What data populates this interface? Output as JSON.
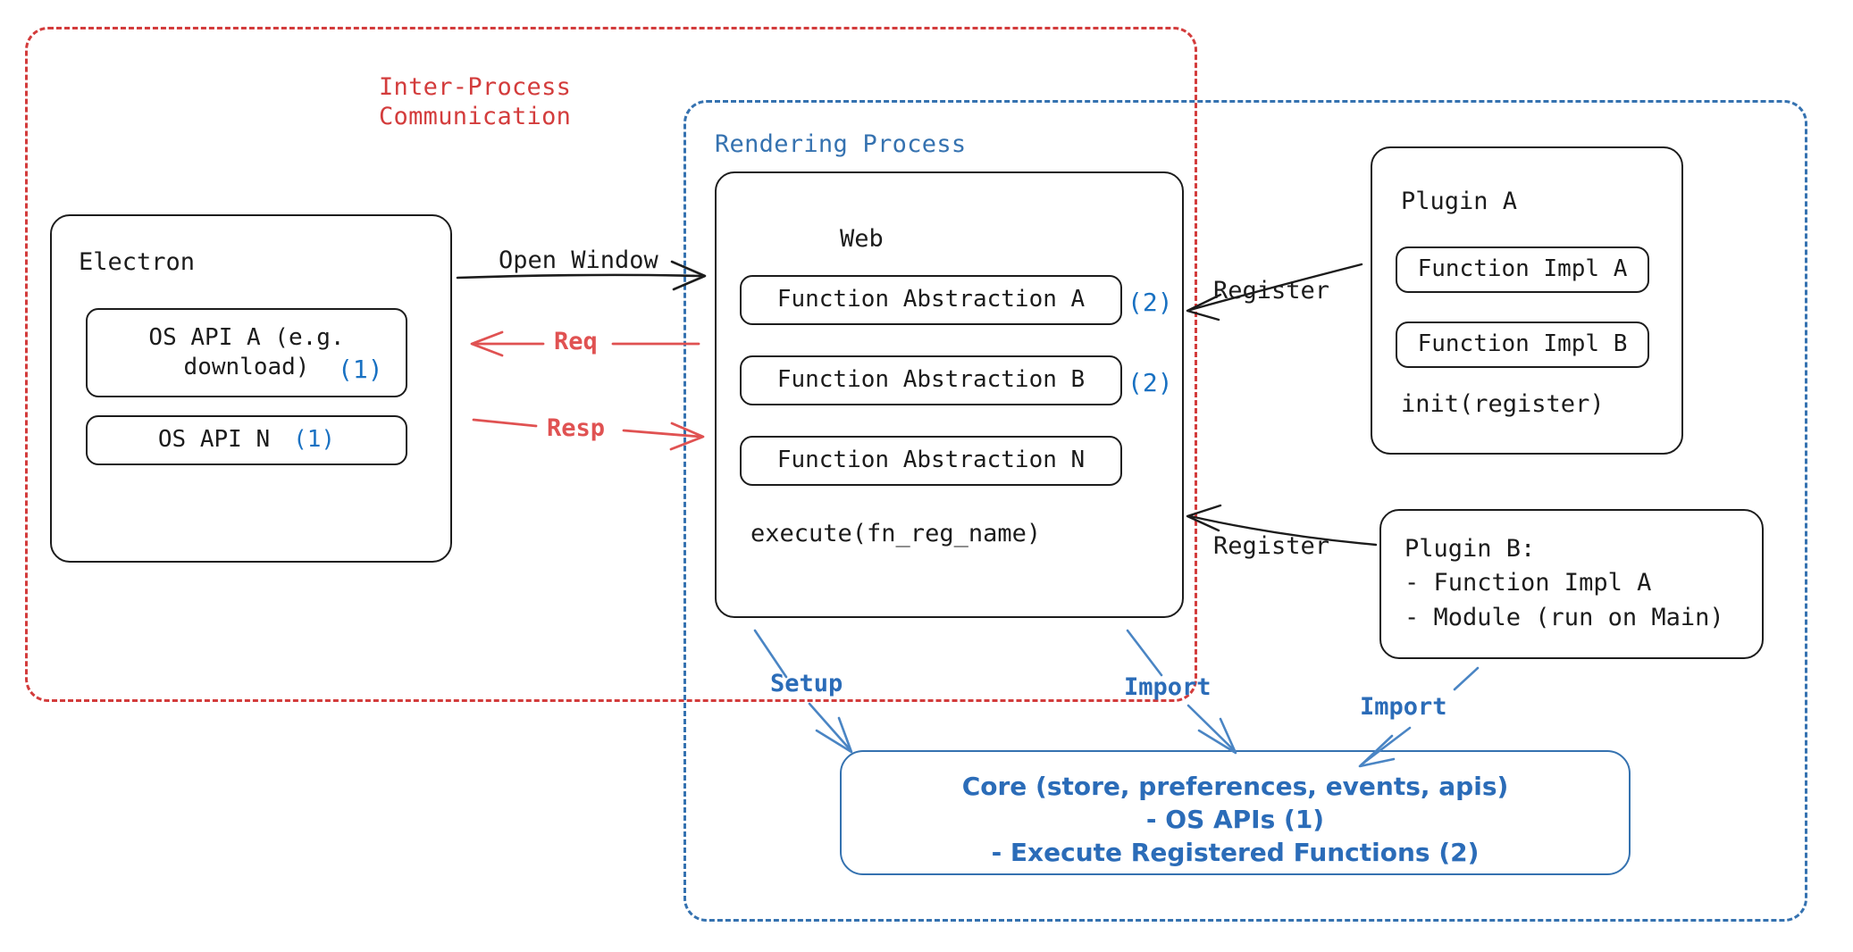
{
  "diagram": {
    "title": "Electron plugin architecture",
    "colors": {
      "ipc_red": "#d33c3c",
      "process_blue": "#3572b0",
      "marker_blue": "#1971c2",
      "arrow_red": "#e05252",
      "ink": "#1c1c1c"
    }
  },
  "groups": {
    "ipc": {
      "label": "Inter-Process\nCommunication",
      "style": "dashed",
      "color": "#d33c3c"
    },
    "rendering": {
      "label": "Rendering Process",
      "style": "dashed",
      "color": "#3572b0"
    }
  },
  "electron": {
    "title": "Electron",
    "items": [
      {
        "label": "OS API A (e.g.\ndownload)",
        "tag": "(1)"
      },
      {
        "label": "OS API N",
        "tag": "(1)"
      }
    ]
  },
  "web": {
    "title": "Web",
    "abstractions": [
      {
        "label": "Function Abstraction A",
        "tag": "(2)"
      },
      {
        "label": "Function Abstraction B",
        "tag": "(2)"
      },
      {
        "label": "Function Abstraction N",
        "tag": ""
      }
    ],
    "execute": "execute(fn_reg_name)"
  },
  "plugin_a": {
    "title": "Plugin A",
    "items": [
      "Function Impl A",
      "Function Impl B"
    ],
    "init": "init(register)"
  },
  "plugin_b": {
    "text": "Plugin B:\n- Function Impl A\n- Module (run on Main)"
  },
  "core": {
    "text": "Core (store, preferences, events, apis)\n- OS APIs (1)\n- Execute Registered Functions (2)"
  },
  "edges": [
    {
      "name": "open-window",
      "label": "Open Window",
      "color": "black",
      "from": "electron",
      "to": "web"
    },
    {
      "name": "req",
      "label": "Req",
      "color": "red",
      "from": "web",
      "to": "electron"
    },
    {
      "name": "resp",
      "label": "Resp",
      "color": "red",
      "from": "electron",
      "to": "web"
    },
    {
      "name": "register-plugin-a",
      "label": "Register",
      "color": "black",
      "from": "plugin-a",
      "to": "web"
    },
    {
      "name": "register-plugin-b",
      "label": "Register",
      "color": "black",
      "from": "plugin-b",
      "to": "web"
    },
    {
      "name": "setup",
      "label": "Setup",
      "color": "blue",
      "from": "web",
      "to": "core"
    },
    {
      "name": "import-web",
      "label": "Import",
      "color": "blue",
      "from": "web",
      "to": "core"
    },
    {
      "name": "import-plugin-b",
      "label": "Import",
      "color": "blue",
      "from": "plugin-b",
      "to": "core"
    }
  ]
}
